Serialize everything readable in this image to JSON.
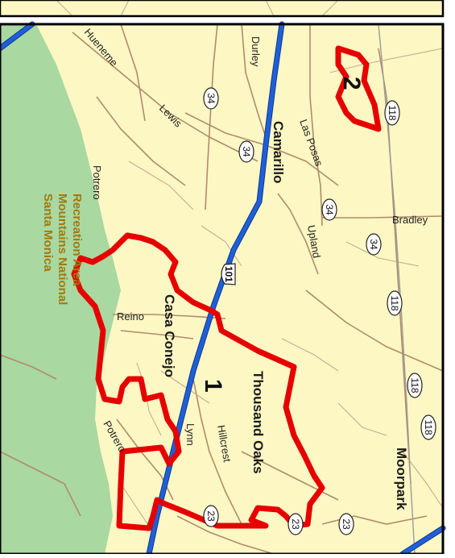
{
  "colors": {
    "land": "#fdf7c4",
    "park": "#a9d8a1",
    "district_outline": "#e60000",
    "freeway": "#1f5fd8",
    "roads": "#b08c6a"
  },
  "districts": [
    {
      "number": "1"
    },
    {
      "number": "2"
    }
  ],
  "cities": {
    "camarillo": "Camarillo",
    "thousand_oaks": "Thousand Oaks",
    "moorpark": "Moorpark",
    "casa_conejo": "Casa Conejo"
  },
  "park_area": {
    "line1": "Santa Monica",
    "line2": "Mountains National",
    "line3": "Recreation Area"
  },
  "streets": {
    "hueneme": "Hueneme",
    "durley": "Durley",
    "lewis": "Lewis",
    "las_posas": "Las Posas",
    "potrero_north": "Potrero",
    "upland": "Upland",
    "bradley": "Bradley",
    "reino": "Reino",
    "potrero_south": "Potrero",
    "lynn": "Lynn",
    "hillcrest": "Hillcrest"
  },
  "shields": {
    "us101": "101",
    "sr34_a": "34",
    "sr34_b": "34",
    "sr34_c": "34",
    "sr34_d": "34",
    "sr118_a": "118",
    "sr118_b": "118",
    "sr118_c": "118",
    "sr118_d": "118",
    "sr23_a": "23",
    "sr23_b": "23",
    "sr23_c": "23"
  }
}
